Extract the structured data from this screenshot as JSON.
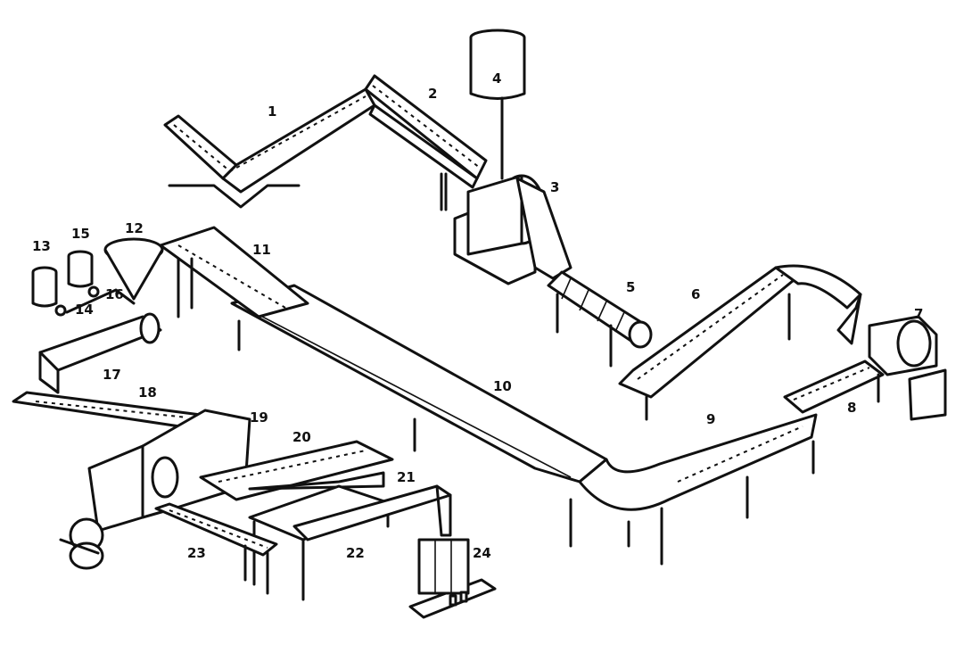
{
  "title": "Production line diagram",
  "labels": [
    "1",
    "2",
    "3",
    "4",
    "5",
    "6",
    "7",
    "8",
    "9",
    "10",
    "11",
    "12",
    "13",
    "14",
    "15",
    "16",
    "17",
    "18",
    "19",
    "20",
    "21",
    "22",
    "23",
    "24"
  ],
  "colors": {
    "ink": "#111111",
    "paper": "#ffffff"
  }
}
